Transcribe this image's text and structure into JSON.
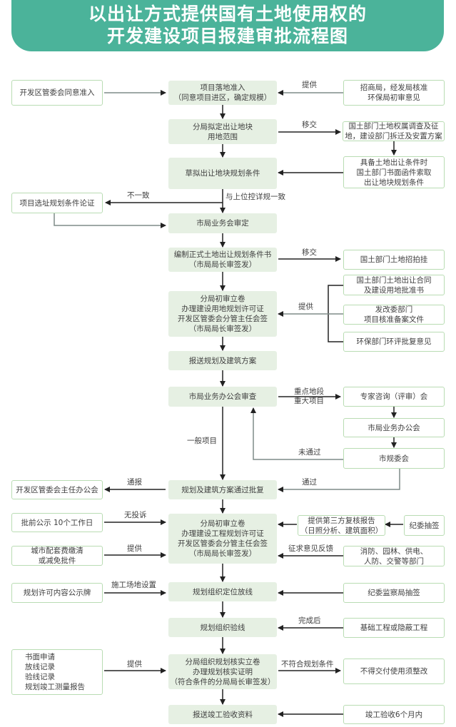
{
  "title": {
    "line1": "以出让方式提供国有土地使用权的",
    "line2": "开发建设项目报建审批流程图"
  },
  "colors": {
    "banner": "#4bb39a",
    "main_box": "#e6f0e3",
    "side_border": "#b9dcb3",
    "arrow_dark": "#222222",
    "arrow_gray": "#7f8c88"
  },
  "main_steps": [
    "项目落地准入\n（同意项目进区，确定规模）",
    "分局拟定出让地块\n用地范围",
    "草拟出让地块规划条件",
    "市局业务会审定",
    "编制正式土地出让规划条件书\n（市局局长审签发）",
    "分局初审立卷\n办理建设用地规划许可证\n开发区管委会分管主任会签\n（市局局长审签发）",
    "报送规划及建筑方案",
    "市局业务办公会审查",
    "规划及建筑方案通过批复",
    "分局初审立卷\n办理建设工程规划许可证\n开发区管委会分管主任会签\n（市局局长审签发）",
    "规划组织定位放线",
    "规划组织验线",
    "分局组织规划核实立卷\n办理规划核实证明\n（符合条件的分局局长审签发）",
    "报送竣工验收资料"
  ],
  "left_boxes": [
    "开发区管委会同意准入",
    "项目选址规划条件论证",
    "开发区管委会主任办公会",
    "批前公示 10个工作日",
    "城市配套费缴清\n或减免批件",
    "规划许可内容公示牌",
    "书面申请\n放线记录\n验线记录\n规划竣工测量报告"
  ],
  "right_boxes": [
    "招商局，经发局核准\n环保局初审意见",
    "国土部门土地权属调查及征\n地，建设部门拆迁及安置方案",
    "具备土地出让条件时\n国土部门书面函件索取\n出让地块规划条件",
    "国土部门土地招拍挂",
    "国土部门土地出让合同\n及建设用地批准书",
    "发改委部门\n项目核准备案文件",
    "环保部门环评批复意见",
    "专家咨询（评审）会",
    "市局业务办公会",
    "市规委会",
    "提供第三方复核报告\n（日照分析、建筑面积）",
    "纪委抽签",
    "消防、园林、供电、\n人防、交警等部门",
    "纪委监察局抽签",
    "基础工程或隐蔽工程",
    "不得交付使用须整改",
    "竣工验收6个月内"
  ],
  "edge_labels": {
    "provide_1": "提供",
    "transfer_1": "移交",
    "inconsistent": "不一致",
    "consistent": "与上位控详规一致",
    "transfer_2": "移交",
    "provide_2": "提供",
    "key_projects": "重点地段\n重大项目",
    "general_project": "一般项目",
    "not_passed": "未通过",
    "passed": "通过",
    "notify": "通报",
    "no_complaint": "无投诉",
    "provide_3": "提供",
    "feedback": "征求意见反馈",
    "site_setup": "施工场地设置",
    "after_completion": "完成后",
    "provide_4": "提供",
    "non_compliant": "不符合规划条件"
  }
}
